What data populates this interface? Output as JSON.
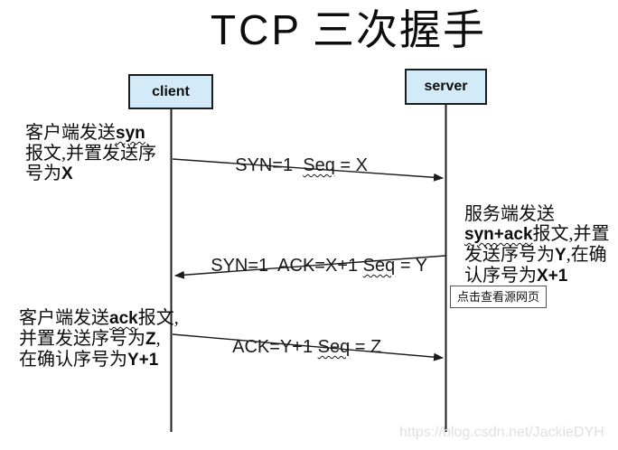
{
  "title": {
    "en": "TCP",
    "zh": "三次握手"
  },
  "actors": {
    "client": "client",
    "server": "server"
  },
  "messages": [
    {
      "pre": "SYN=1  ",
      "wavy": "Seq",
      "post": " = X"
    },
    {
      "pre": "SYN=1  ACK=X+1 ",
      "wavy": "Seq",
      "post": " = Y"
    },
    {
      "pre": "ACK=Y+1 ",
      "wavy": "Seq",
      "post": " = Z"
    }
  ],
  "notes": {
    "client_syn": {
      "lines": [
        {
          "a": "客户端发送",
          "b": "syn"
        },
        {
          "a": "报文,并置发送序"
        },
        {
          "a": "号为",
          "b2": "X"
        }
      ]
    },
    "server_synack": {
      "lines": [
        {
          "a": "服务端发送"
        },
        {
          "b": "syn+ack",
          "c": "报文,并置"
        },
        {
          "a": "发送序号为",
          "b2": "Y",
          "c": ",在确"
        },
        {
          "a": "认序号为",
          "b2": "X+1"
        }
      ]
    },
    "client_ack": {
      "lines": [
        {
          "a": "客户端发送",
          "b": "ack",
          "c": "报文,"
        },
        {
          "a": "并置发送序号为",
          "b2": "Z",
          "c": ","
        },
        {
          "a": "在确认序号为",
          "b2": "Y+1"
        }
      ]
    }
  },
  "badge": {
    "label": "点击查看源网页"
  },
  "watermark": {
    "text": "https://blog.csdn.net/JackieDYH"
  },
  "colors": {
    "actor_fill": "#d3ebf9",
    "actor_border": "#1c1c1c",
    "line": "#1c1c1c",
    "badge_border": "#555555",
    "watermark": "#e0e0e0"
  }
}
